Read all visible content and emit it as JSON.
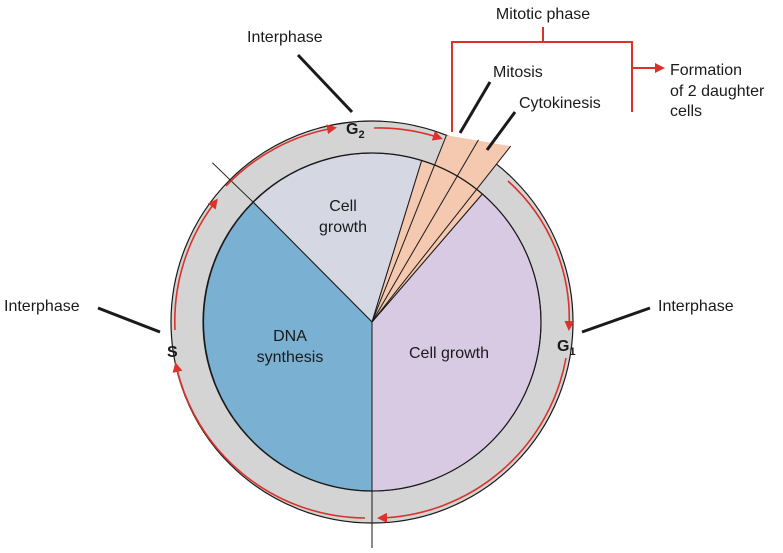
{
  "labels": {
    "mitotic_phase": "Mitotic phase",
    "mitosis": "Mitosis",
    "cytokinesis": "Cytokinesis",
    "formation_line1": "Formation",
    "formation_line2": "of 2 daughter",
    "formation_line3": "cells",
    "interphase_top": "Interphase",
    "interphase_left": "Interphase",
    "interphase_right": "Interphase",
    "cell_growth_top_line1": "Cell",
    "cell_growth_top_line2": "growth",
    "dna_line1": "DNA",
    "dna_line2": "synthesis",
    "cell_growth_right": "Cell growth",
    "g2_main": "G",
    "g2_sub": "2",
    "g1_main": "G",
    "g1_sub": "1",
    "s_label": "S"
  },
  "colors": {
    "outer_ring": "#d4d4d4",
    "g2_sector": "#d5d8e3",
    "s_sector": "#7ab0d1",
    "g1_sector": "#d9cae4",
    "mitotic_sector": "#f5c8b0",
    "arrows": "#d9332c",
    "outline": "#1a1a1a"
  }
}
